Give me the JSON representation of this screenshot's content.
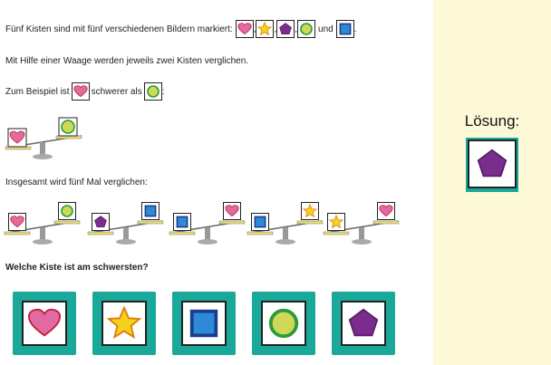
{
  "intro": {
    "text": "Fünf Kisten sind mit fünf verschiedenen Bildern markiert:",
    "sep": ",",
    "und": "und",
    "end": "."
  },
  "line2": "Mit Hilfe einer Waage werden jeweils zwei Kisten verglichen.",
  "example": {
    "prefix": "Zum Beispiel ist",
    "middle": "schwerer als",
    "suffix": ":"
  },
  "line4": "Insgesamt wird fünf Mal verglichen:",
  "question": "Welche Kiste ist am schwersten?",
  "solution": {
    "label": "Lösung:",
    "answer": "pentagon"
  },
  "symbols": [
    "heart",
    "star",
    "pentagon",
    "circle",
    "square"
  ],
  "comparisons": [
    {
      "heavier": "heart",
      "lighter": "circle"
    },
    {
      "heavier": "pentagon",
      "lighter": "square"
    },
    {
      "heavier": "square",
      "lighter": "heart"
    },
    {
      "heavier": "square",
      "lighter": "star"
    },
    {
      "heavier": "star",
      "lighter": "heart"
    }
  ],
  "choices": [
    "heart",
    "star",
    "square",
    "circle",
    "pentagon"
  ],
  "colors": {
    "teal": "#1aa89a",
    "heart": "#e36aa0",
    "star": "#f7d21c",
    "pentagon": "#7b2d8e",
    "circle": "#cfd957",
    "square": "#2e8ad8",
    "solution_bg": "#fdf9d6"
  }
}
